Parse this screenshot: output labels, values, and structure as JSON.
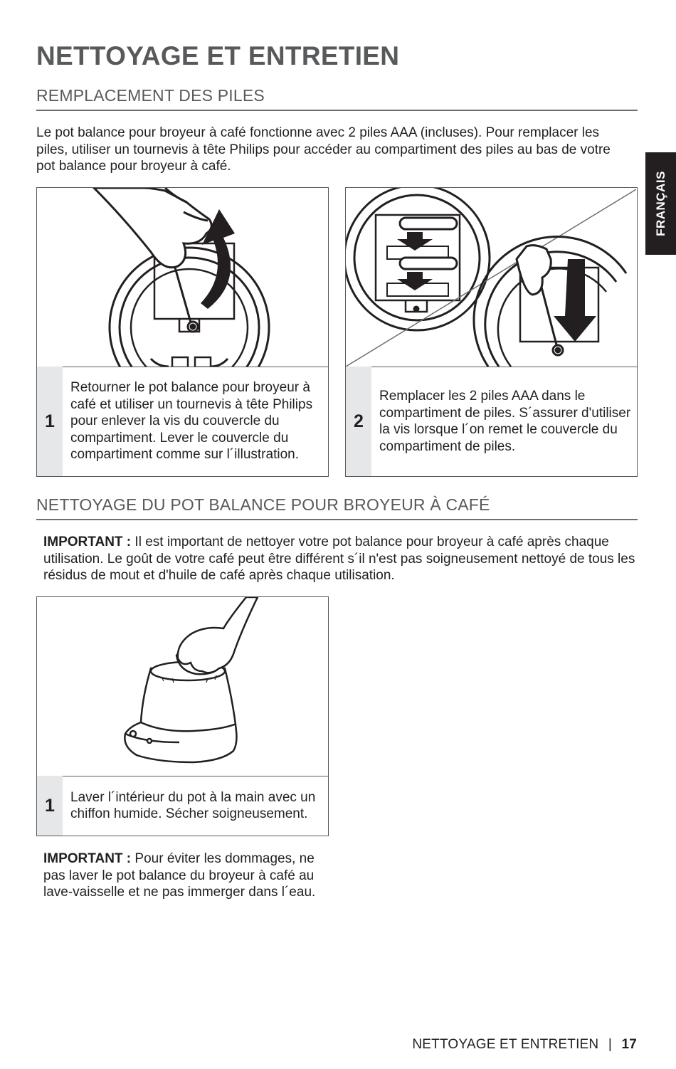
{
  "page": {
    "title": "NETTOYAGE ET ENTRETIEN",
    "language_tab": "FRANÇAIS"
  },
  "battery": {
    "heading": "REMPLACEMENT DES PILES",
    "intro": "Le pot balance pour broyeur à café fonctionne avec 2 piles AAA (incluses). Pour remplacer les piles, utiliser un tournevis à tête Philips pour accéder au compartiment des piles au bas de votre pot balance pour broyeur à café.",
    "steps": [
      {
        "number": "1",
        "text": "Retourner le pot balance pour broyeur à café et utiliser un tournevis à tête Philips pour enlever la vis du couvercle du compartiment. Lever le couvercle du compartiment comme sur l´illustration."
      },
      {
        "number": "2",
        "text": "Remplacer les 2 piles AAA dans le compartiment de piles. S´assurer d'utiliser la vis lorsque l´on remet le couvercle du compartiment de piles."
      }
    ]
  },
  "cleaning": {
    "heading": "NETTOYAGE DU POT BALANCE POUR BROYEUR À CAFÉ",
    "important_label": "IMPORTANT :",
    "important_text": " Il est important de nettoyer votre pot balance pour broyeur à café après chaque utilisation. Le goût de votre café peut être différent s´il n'est pas soigneusement nettoyé de tous les résidus de mout et d'huile de café après chaque utilisation.",
    "steps": [
      {
        "number": "1",
        "text": "Laver l´intérieur du pot à la main avec un chiffon humide. Sécher soigneusement."
      }
    ],
    "warning_label": "IMPORTANT :",
    "warning_text": " Pour éviter les dommages, ne pas laver le pot balance du broyeur à café au lave-vaisselle et ne pas immerger dans l´eau."
  },
  "footer": {
    "section": "NETTOYAGE ET ENTRETIEN",
    "separator": "|",
    "page_number": "17"
  },
  "icons": {
    "illustration_1": "screwdriver-lid-removal-illustration",
    "illustration_2": "battery-replacement-illustration",
    "illustration_3": "hand-wiping-pot-illustration"
  }
}
